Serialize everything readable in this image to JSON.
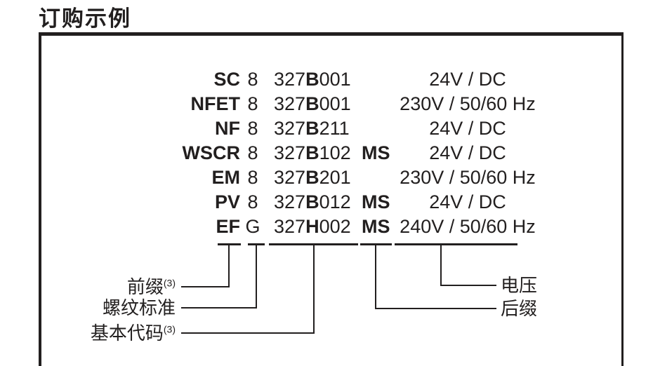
{
  "page": {
    "title": "订购示例"
  },
  "order_examples": {
    "rows": [
      {
        "prefix": "SC",
        "thread": "8",
        "code_pre": "327",
        "code_letter": "B",
        "code_post": "001",
        "suffix": "",
        "voltage": "24V / DC"
      },
      {
        "prefix": "NFET",
        "thread": "8",
        "code_pre": "327",
        "code_letter": "B",
        "code_post": "001",
        "suffix": "",
        "voltage": "230V / 50/60 Hz"
      },
      {
        "prefix": "NF",
        "thread": "8",
        "code_pre": "327",
        "code_letter": "B",
        "code_post": "211",
        "suffix": "",
        "voltage": "24V / DC"
      },
      {
        "prefix": "WSCR",
        "thread": "8",
        "code_pre": "327",
        "code_letter": "B",
        "code_post": "102",
        "suffix": "MS",
        "voltage": "24V / DC"
      },
      {
        "prefix": "EM",
        "thread": "8",
        "code_pre": "327",
        "code_letter": "B",
        "code_post": "201",
        "suffix": "",
        "voltage": "230V / 50/60 Hz"
      },
      {
        "prefix": "PV",
        "thread": "8",
        "code_pre": "327",
        "code_letter": "B",
        "code_post": "012",
        "suffix": "MS",
        "voltage": "24V / DC"
      },
      {
        "prefix": "EF",
        "thread": "G",
        "code_pre": "327",
        "code_letter": "H",
        "code_post": "002",
        "suffix": "MS",
        "voltage": "240V / 50/60 Hz"
      }
    ]
  },
  "legend": {
    "prefix": {
      "text": "前缀",
      "sup": "(3)"
    },
    "thread": {
      "text": "螺纹标准",
      "sup": ""
    },
    "base_code": {
      "text": "基本代码",
      "sup": "(3)"
    },
    "voltage": {
      "text": "电压",
      "sup": ""
    },
    "suffix": {
      "text": "后缀",
      "sup": ""
    }
  },
  "colors": {
    "ink": "#221f1f",
    "background": "#ffffff"
  }
}
